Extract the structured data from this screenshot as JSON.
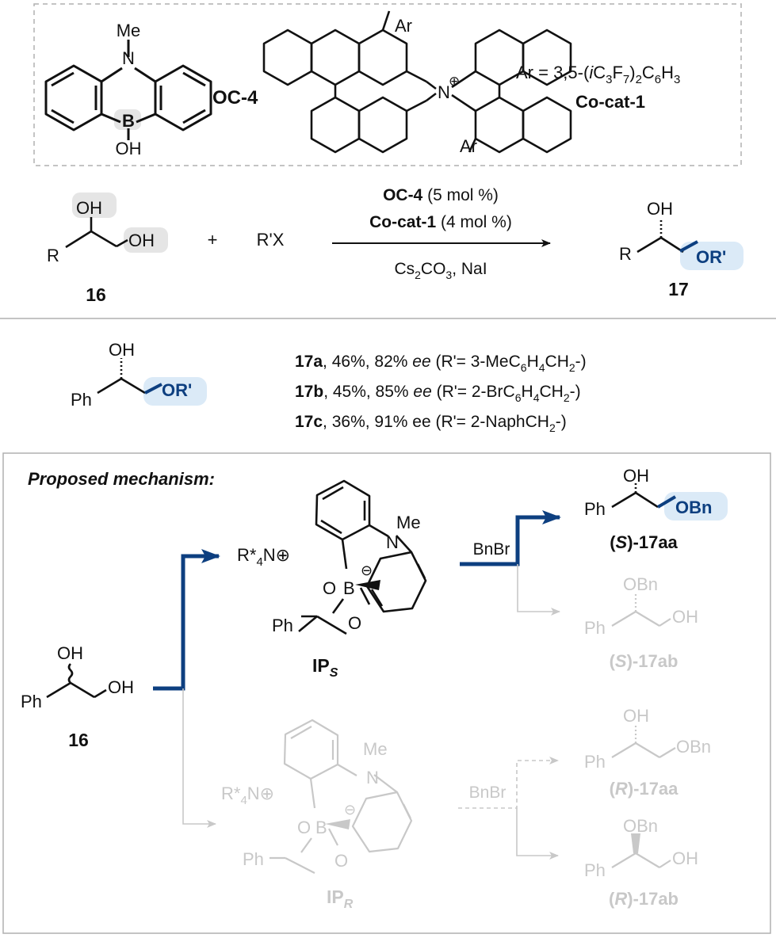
{
  "catalysts": {
    "oc4_atoms": {
      "n": "N",
      "me": "Me",
      "b": "B",
      "oh": "OH"
    },
    "oc4_label": "OC-4",
    "cocat_ar_top": "Ar",
    "cocat_ar_bottom": "Ar",
    "cocat_charge": "⊕",
    "ar_def_prefix": "Ar = 3,5-(",
    "ar_def_ital": "i",
    "ar_def_c3": "C",
    "ar_def_s1": "3",
    "ar_def_f": "F",
    "ar_def_s2": "7",
    "ar_def_mid": ")",
    "ar_def_s3": "2",
    "ar_def_c6": "C",
    "ar_def_s4": "6",
    "ar_def_h": "H",
    "ar_def_s5": "3",
    "cocat_label": "Co-cat-1"
  },
  "reaction": {
    "sm_r": "R",
    "sm_oh1": "OH",
    "sm_oh2": "OH",
    "sm_label": "16",
    "plus": "+",
    "reagent": "R'X",
    "cond1_bold": "OC-4",
    "cond1_rest": " (5 mol %)",
    "cond2_bold": "Co-cat-1",
    "cond2_rest": " (4 mol %)",
    "cond3_a": "Cs",
    "cond3_s1": "2",
    "cond3_b": "CO",
    "cond3_s2": "3",
    "cond3_c": ", NaI",
    "prod_r": "R",
    "prod_oh": "OH",
    "prod_or": "OR'",
    "prod_label": "17"
  },
  "scope": {
    "ph": "Ph",
    "oh": "OH",
    "or": "OR'",
    "entries": [
      {
        "id": "17a",
        "text1": ", 46%, 82% ",
        "ee": "ee",
        "text2": " (R'= 3-MeC",
        "s1": "6",
        "text3": "H",
        "s2": "4",
        "text4": "CH",
        "s3": "2",
        "text5": "-)"
      },
      {
        "id": "17b",
        "text1": ", 45%, 85% ",
        "ee": "ee",
        "text2": " (R'= 2-BrC",
        "s1": "6",
        "text3": "H",
        "s2": "4",
        "text4": "CH",
        "s3": "2",
        "text5": "-)"
      },
      {
        "id": "17c",
        "text1": ", 36%, 91% ee (R'= 2-NaphCH",
        "s1": "2",
        "text2": "-)"
      }
    ]
  },
  "mechanism": {
    "title": "Proposed mechanism:",
    "sm_oh1": "OH",
    "sm_oh2": "OH",
    "sm_ph": "Ph",
    "sm_label": "16",
    "ips_cation_a": "R*",
    "ips_cation_s": "4",
    "ips_cation_b": "N⊕",
    "ips_me": "Me",
    "ips_n": "N",
    "ips_o1": "O",
    "ips_b": "B",
    "ips_o2": "O",
    "ips_minus": "⊖",
    "ips_ph": "Ph",
    "ips_label_a": "IP",
    "ips_label_s": "S",
    "bnbr_top": "BnBr",
    "p1_oh": "OH",
    "p1_ph": "Ph",
    "p1_obn": "OBn",
    "p1_label_pre": "(",
    "p1_label_s": "S",
    "p1_label_post": ")-17aa",
    "p2_obn": "OBn",
    "p2_ph": "Ph",
    "p2_oh": "OH",
    "p2_label_pre": "(",
    "p2_label_s": "S",
    "p2_label_post": ")-17ab",
    "ipr_cation_a": "R*",
    "ipr_cation_s": "4",
    "ipr_cation_b": "N⊕",
    "ipr_me": "Me",
    "ipr_n": "N",
    "ipr_o1": "O",
    "ipr_b": "B",
    "ipr_o2": "O",
    "ipr_minus": "⊖",
    "ipr_ph": "Ph",
    "ipr_label_a": "IP",
    "ipr_label_s": "R",
    "bnbr_bottom": "BnBr",
    "p3_oh": "OH",
    "p3_ph": "Ph",
    "p3_obn": "OBn",
    "p3_label_pre": "(",
    "p3_label_s": "R",
    "p3_label_post": ")-17aa",
    "p4_obn": "OBn",
    "p4_ph": "Ph",
    "p4_oh": "OH",
    "p4_label_pre": "(",
    "p4_label_s": "R",
    "p4_label_post": ")-17ab"
  },
  "colors": {
    "ink": "#111111",
    "blue": "#0d3f80",
    "highlight": "#dbeaf7",
    "grey_hl": "#e5e5e5",
    "faded": "#c8c8c8"
  }
}
